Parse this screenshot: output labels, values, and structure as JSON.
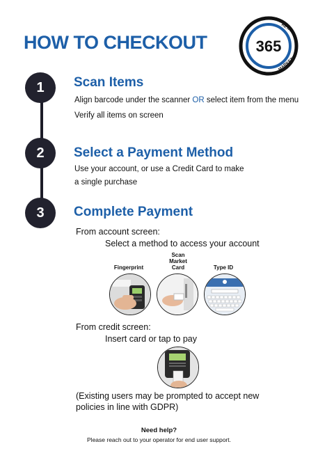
{
  "title": "HOW TO CHECKOUT",
  "logo": {
    "number": "365",
    "top_text": "RETAIL",
    "bottom_text": "MARKETS",
    "accent": "#1d5fa8"
  },
  "steps": [
    {
      "number": "1",
      "heading": "Scan Items",
      "lines": [
        "Align barcode under the scanner ",
        "OR",
        " select item from the menu"
      ],
      "line2": "Verify all items on screen"
    },
    {
      "number": "2",
      "heading": "Select a Payment Method",
      "line1": "Use your account, or use a Credit Card to make",
      "line2": "a single purchase"
    },
    {
      "number": "3",
      "heading": "Complete Payment",
      "account_screen": "From account screen:",
      "account_instruction": "Select a method to access your account",
      "methods": [
        {
          "label": "Fingerprint",
          "icon": "fingerprint-kiosk-photo"
        },
        {
          "label": "Scan\nMarket\nCard",
          "icon": "market-card-scan-photo"
        },
        {
          "label": "Type ID",
          "icon": "keyboard-screen-photo"
        }
      ],
      "credit_screen": "From credit screen:",
      "credit_instruction": "Insert card or tap to pay",
      "gdpr_line1": "(Existing users may be prompted to accept new",
      "gdpr_line2": "policies in line with GDPR)"
    }
  ],
  "help": {
    "title": "Need help?",
    "text": "Please reach out to your operator for end user support."
  },
  "colors": {
    "brand_blue": "#1d5fa8",
    "step_dark": "#22222e"
  }
}
